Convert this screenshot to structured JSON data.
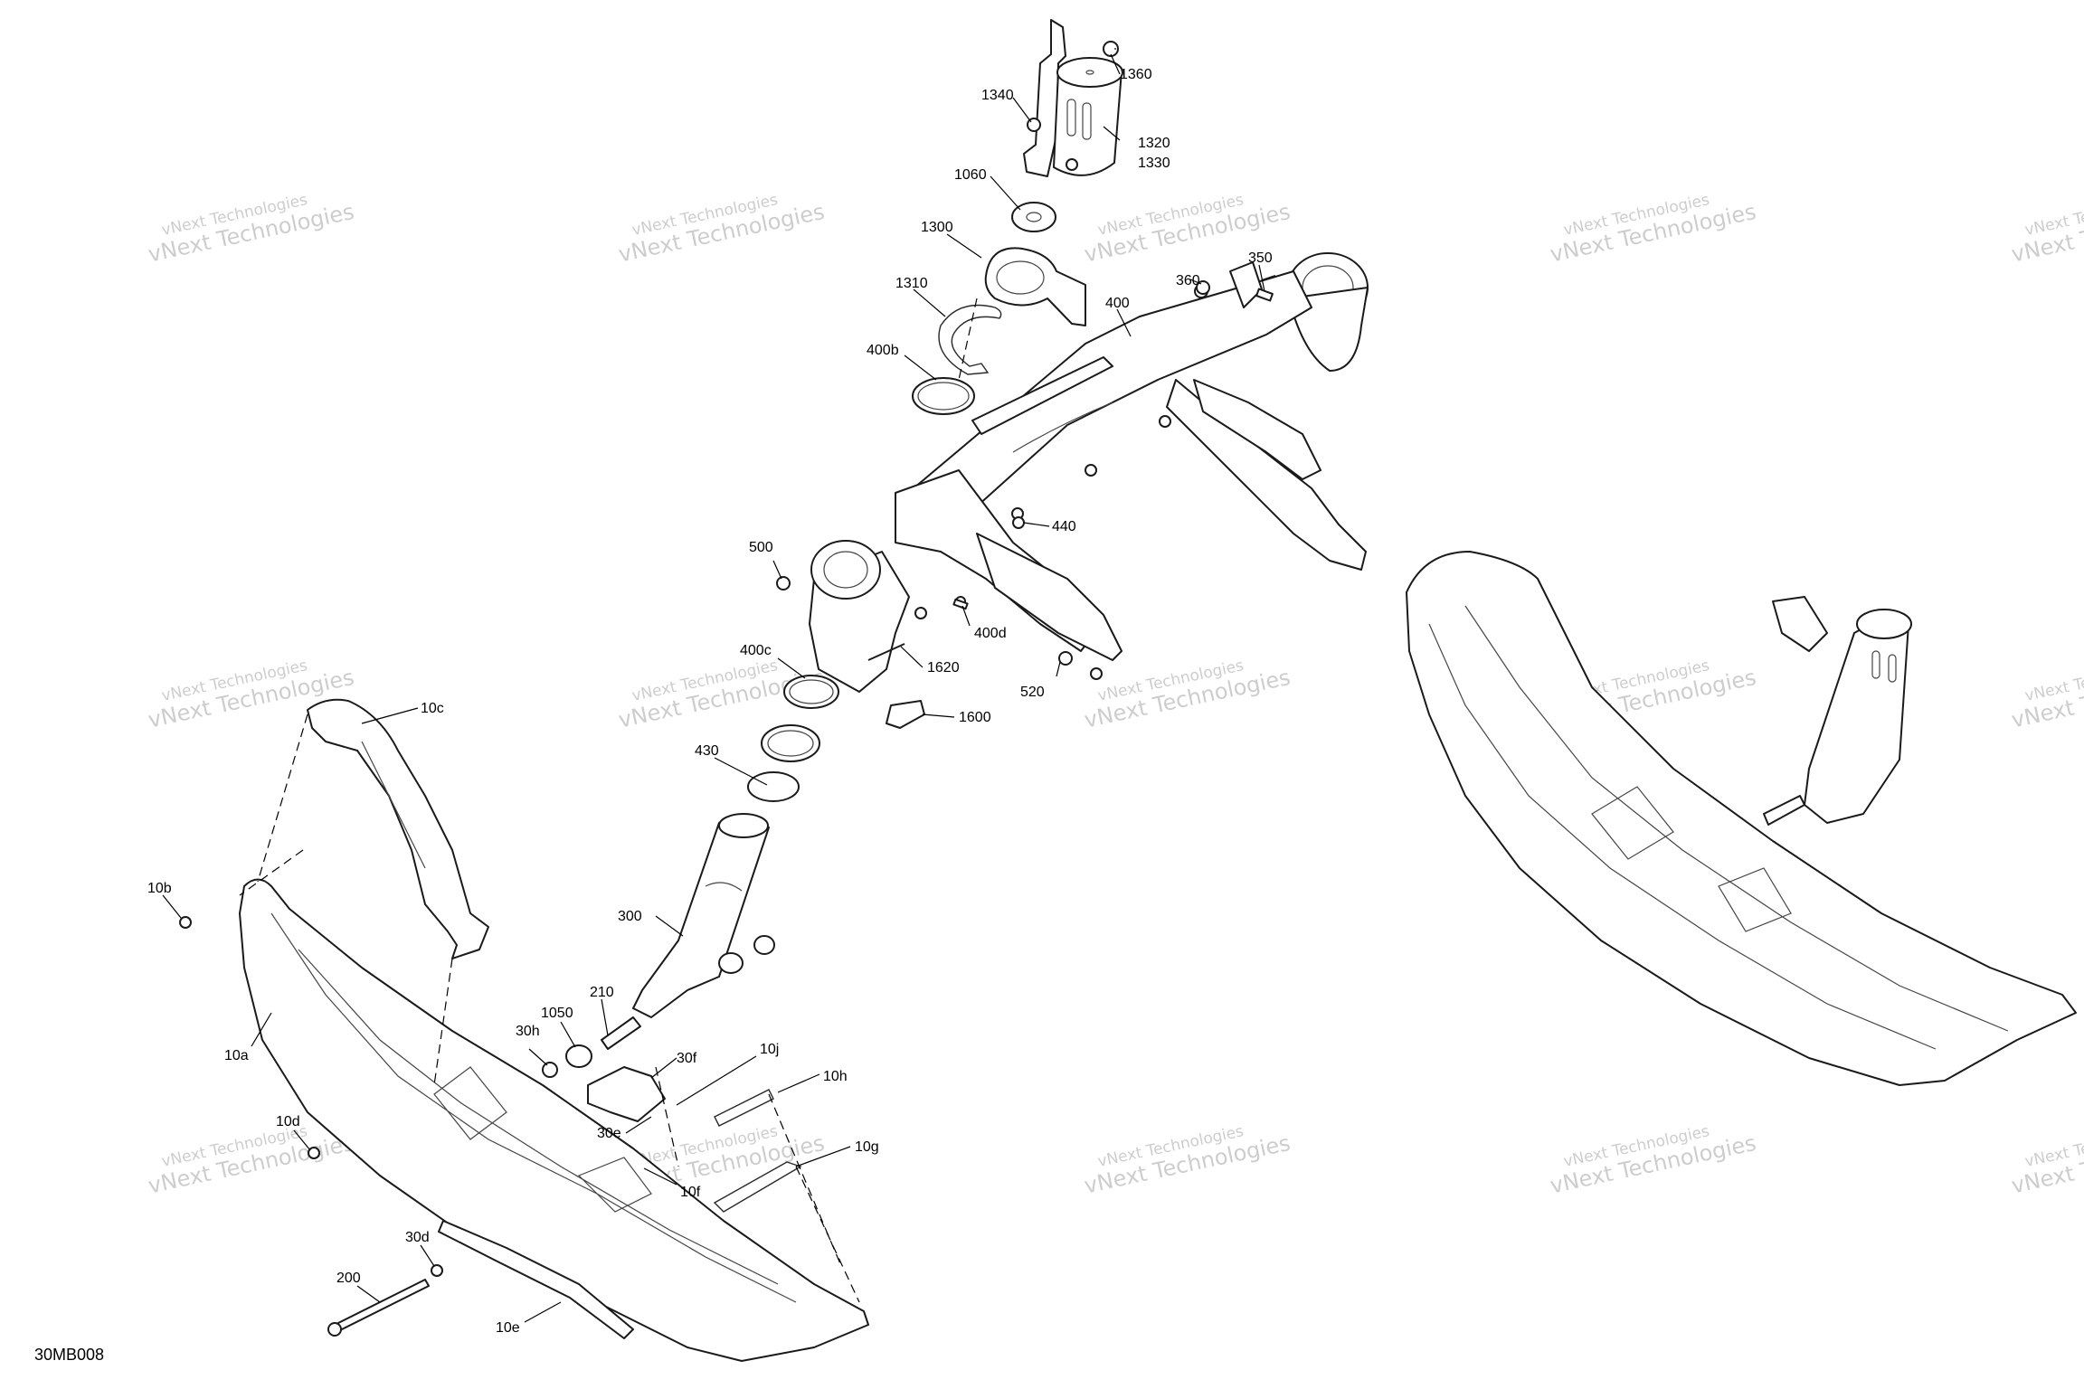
{
  "diagram": {
    "code": "30MB008",
    "callouts": [
      "1360",
      "1340",
      "1320",
      "1330",
      "1060",
      "1300",
      "1310",
      "400b",
      "400",
      "360",
      "350",
      "440",
      "500",
      "400d",
      "400c",
      "1620",
      "520",
      "1600",
      "430",
      "10c",
      "300",
      "10b",
      "210",
      "1050",
      "30h",
      "10a",
      "30f",
      "10j",
      "10h",
      "10d",
      "30e",
      "10g",
      "10f",
      "30d",
      "200",
      "10e"
    ],
    "watermark": {
      "line1": "vNext Technologies",
      "line2": "vNext Technologies",
      "tag": "vNext"
    },
    "parts": {
      "steering_column_upper": "steering-column-upper",
      "main_frame": "main-frame",
      "ski": "ski",
      "ski_leg": "ski-leg",
      "handle": "ski-handle",
      "assembled_ski": "assembled-ski"
    }
  }
}
